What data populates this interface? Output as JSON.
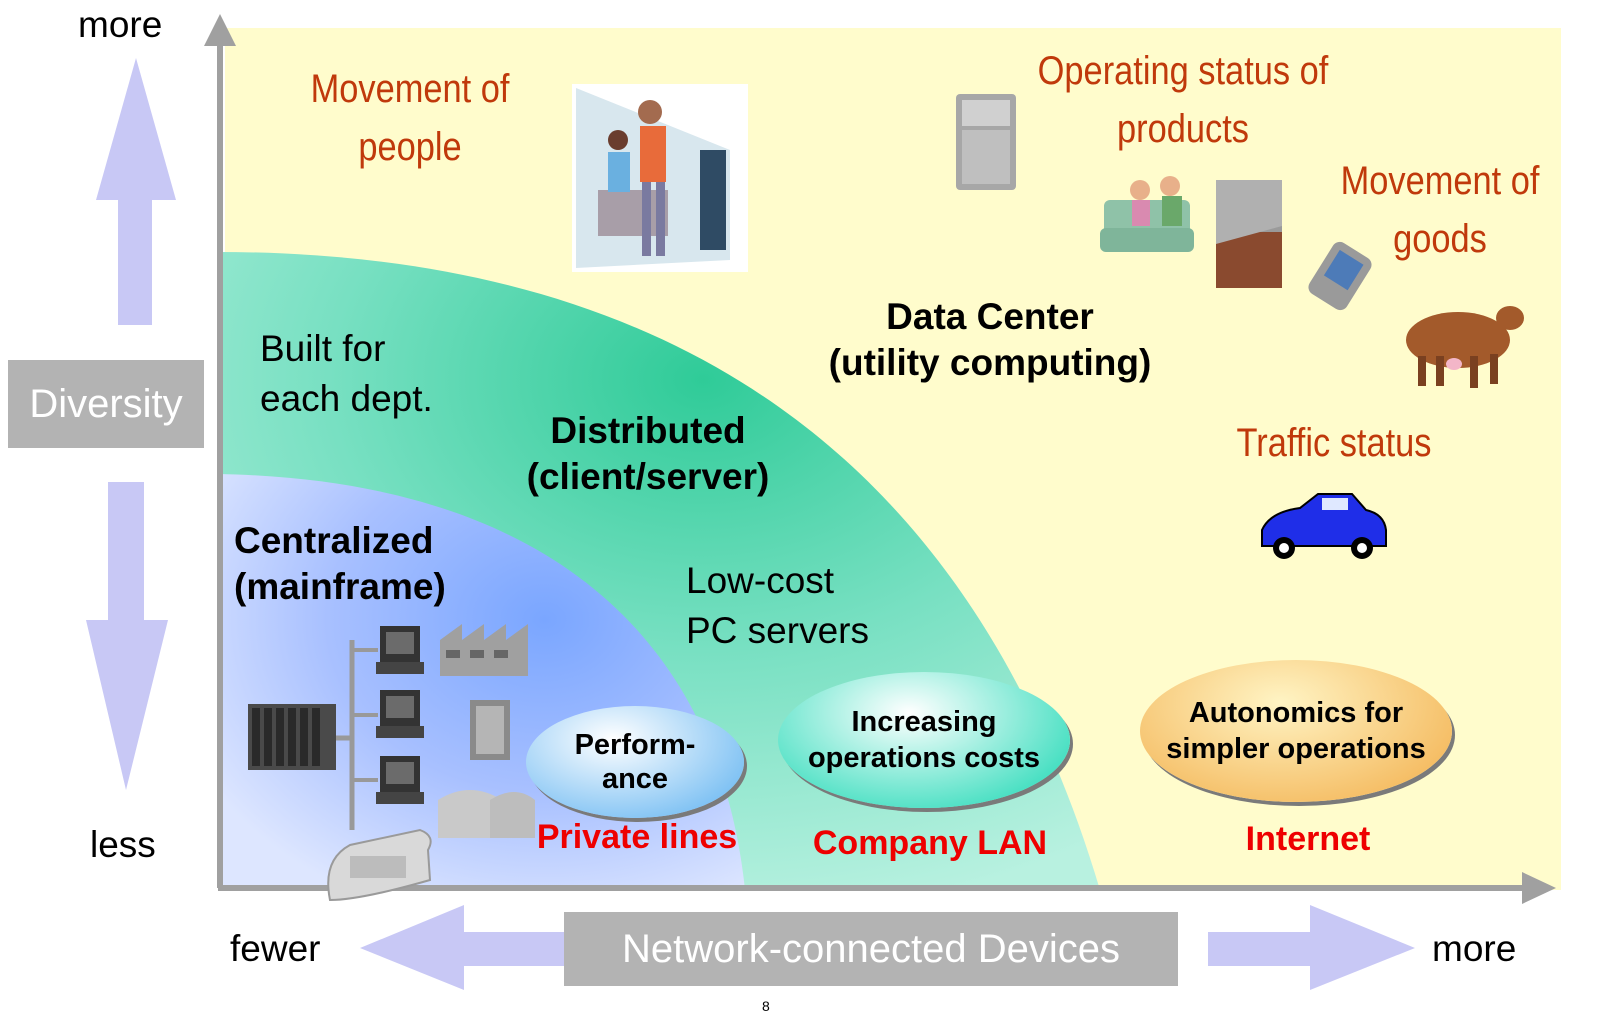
{
  "axes": {
    "y_top": "more",
    "y_bottom": "less",
    "y_title": "Diversity",
    "x_left": "fewer",
    "x_right": "more",
    "x_title": "Network-connected Devices"
  },
  "regions": [
    {
      "id": "centralized",
      "title": "Centralized\n(mainframe)",
      "note": "",
      "network": "Private lines",
      "oval": "Perform-\nance",
      "color": "#8fb3ff"
    },
    {
      "id": "distributed",
      "title": "Distributed\n(client/server)",
      "note": "Built for\neach dept.",
      "note2": "Low-cost\nPC servers",
      "network": "Company LAN",
      "oval": "Increasing\noperations costs",
      "color": "#3fd1a8"
    },
    {
      "id": "data-center",
      "title": "Data Center\n(utility computing)",
      "network": "Internet",
      "oval": "Autonomics for\nsimpler operations",
      "color": "#fffccc"
    }
  ],
  "categories": [
    "Movement of\npeople",
    "Operating status of\nproducts",
    "Movement of\ngoods",
    "Traffic status"
  ],
  "colors": {
    "background": "#fffccc",
    "arrow": "#c8c8f5",
    "category_text": "#c0390b",
    "network_text": "#ee0000",
    "label_box": "#b3b3b3"
  },
  "footer_mark": "8"
}
